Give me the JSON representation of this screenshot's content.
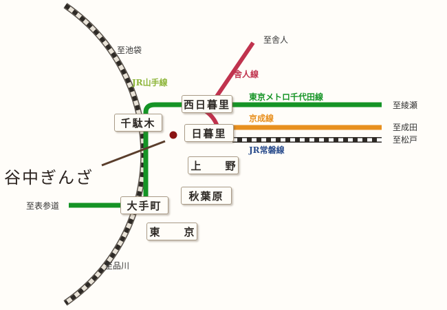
{
  "map": {
    "area_name": "谷中ぎんざ",
    "stations": {
      "nishi_nippori": "西日暮里",
      "sendagi": "千駄木",
      "nippori": "日暮里",
      "ueno": "上　野",
      "otemachi": "大手町",
      "akihabara": "秋葉原",
      "tokyo": "東　京"
    },
    "lines": {
      "yamanote": "JR山手線",
      "toneri": "舎人線",
      "chiyoda": "東京メトロ千代田線",
      "keisei": "京成線",
      "joban": "JR常磐線"
    },
    "destinations": {
      "ikebukuro": "至池袋",
      "toneri": "至舎人",
      "ayase": "至綾瀬",
      "narita": "至成田",
      "matsudo": "至松戸",
      "omotesando": "至表参道",
      "shinagawa": "至品川"
    },
    "colors": {
      "yamanote_label": "#8db53a",
      "chiyoda": "#159426",
      "keisei": "#e8901f",
      "toneri": "#c0334e",
      "joban_label": "#2a4c8c",
      "rail": "#3a3632",
      "marker": "#8a1414"
    }
  }
}
